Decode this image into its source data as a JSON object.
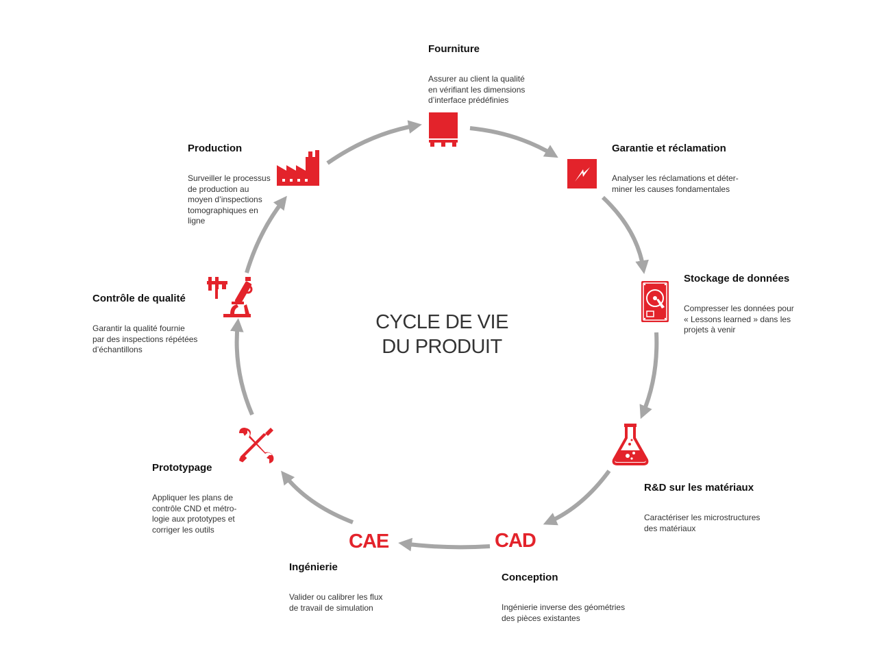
{
  "title": {
    "line1": "CYCLE DE VIE",
    "line2": "DU PRODUIT"
  },
  "colors": {
    "accent": "#e3232b",
    "arrow": "#a6a6a6",
    "text": "#1a1a1a"
  },
  "stages": {
    "fourniture": {
      "title": "Fourniture",
      "desc": "Assurer au client la qualité\nen vérifiant les dimensions\nd’interface prédéfinies",
      "icon": "pallet-box-icon"
    },
    "garantie": {
      "title": "Garantie et réclamation",
      "desc": "Analyser les réclamations et déter-\nminer les causes fondamentales",
      "icon": "lightning-bolt-icon"
    },
    "stockage": {
      "title": "Stockage de données",
      "desc": "Compresser les données pour\n« Lessons learned » dans les\nprojets à venir",
      "icon": "hard-drive-icon"
    },
    "rd": {
      "title": "R&D sur les matériaux",
      "desc": "Caractériser les microstructures\ndes matériaux",
      "icon": "flask-icon"
    },
    "conception": {
      "title": "Conception",
      "desc": "Ingénierie inverse des géométries\ndes pièces existantes",
      "icon": "cad-text-icon",
      "acronym": "CAD"
    },
    "ingenierie": {
      "title": "Ingénierie",
      "desc": "Valider ou calibrer les flux\nde travail de simulation",
      "icon": "cae-text-icon",
      "acronym": "CAE"
    },
    "prototypage": {
      "title": "Prototypage",
      "desc": "Appliquer les plans de\ncontrôle CND et métro-\nlogie aux prototypes et\ncorriger les outils",
      "icon": "wrench-screwdriver-icon"
    },
    "controle": {
      "title": "Contrôle de qualité",
      "desc": "Garantir la qualité fournie\npar des inspections répétées\nd’échantillons",
      "icon": "caliper-microscope-icon"
    },
    "production": {
      "title": "Production",
      "desc": "Surveiller le processus\nde production au\nmoyen d’inspections\ntomographiques en\nligne",
      "icon": "factory-icon"
    }
  }
}
